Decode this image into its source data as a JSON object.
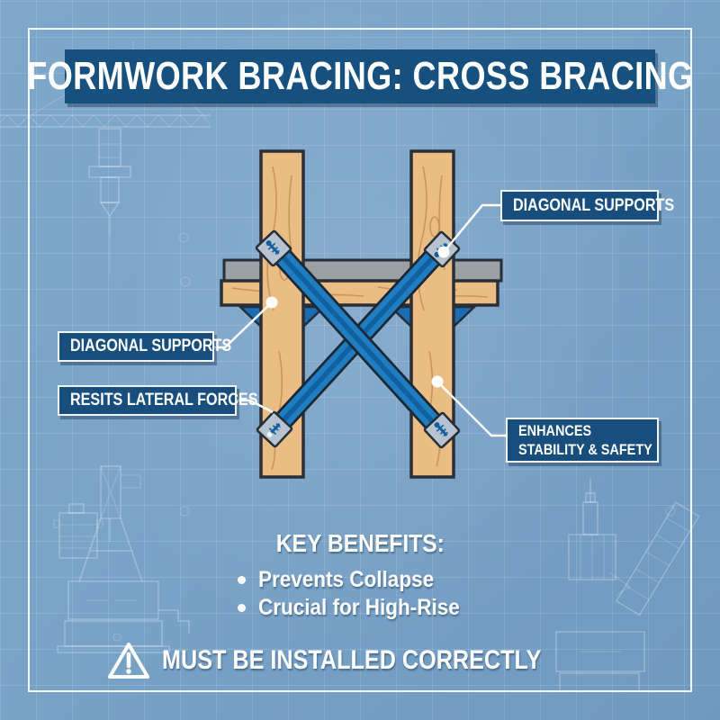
{
  "title_banner": {
    "text": "FORMWORK BRACING: CROSS BRACING"
  },
  "callouts": {
    "diagonal_supports_right": {
      "label": "DIAGONAL SUPPORTS"
    },
    "diagonal_supports_left": {
      "label": "DIAGONAL SUPPORTS"
    },
    "resists_lateral_forces": {
      "label": "RESITS LATERAL FORCES"
    },
    "enhances_stability": {
      "line1": "ENHANCES",
      "line2": "STABILITY & SAFETY"
    }
  },
  "key_benefits": {
    "heading": "KEY BENEFITS:",
    "items": [
      "Prevents Collapse",
      "Crucial for High-Rise"
    ]
  },
  "footer": {
    "warning_text": "MUST BE INSTALLED CORRECTLY"
  },
  "icons": {
    "warning": "warning-triangle-icon",
    "background_sketches": [
      "tower-crane-sketch",
      "hoist-rig-sketch",
      "conveyor-machine-sketch"
    ]
  },
  "colors": {
    "background_blue": "#7aa3c8",
    "banner_navy": "#15507e",
    "callout_navy": "#174e7d",
    "wood_tan": "#eabd85",
    "wood_grain": "#c28f54",
    "steel_gray": "#9aa0a6",
    "brace_blue": "#1f7dc2",
    "brace_stripe": "#11609f",
    "plate_gray": "#b7c3cf",
    "outline_dark": "#242e38",
    "text_white": "#ffffff"
  }
}
